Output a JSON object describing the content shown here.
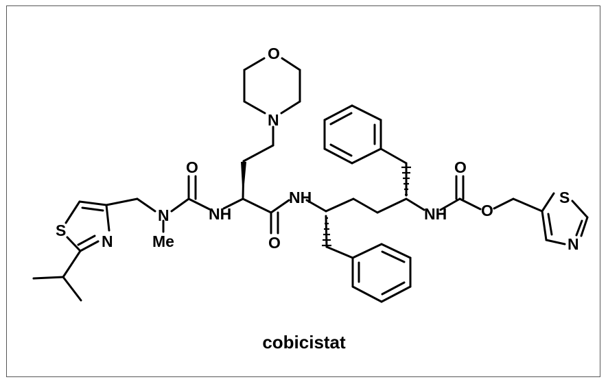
{
  "molecule": {
    "name": "cobicistat",
    "atom_labels": {
      "thiazole_left_s": "S",
      "thiazole_left_n": "N",
      "urea_n": "N",
      "methyl": "Me",
      "urea_o": "O",
      "urea_nh": "NH",
      "morpholine_o": "O",
      "morpholine_n": "N",
      "amide_o": "O",
      "amide_nh": "NH",
      "carbamate_nh": "NH",
      "carbamate_o_double": "O",
      "carbamate_o_ester": "O",
      "thiazole_right_s": "S",
      "thiazole_right_n": "N"
    }
  },
  "colors": {
    "ink": "#000000",
    "border": "#555555",
    "background": "#ffffff"
  }
}
